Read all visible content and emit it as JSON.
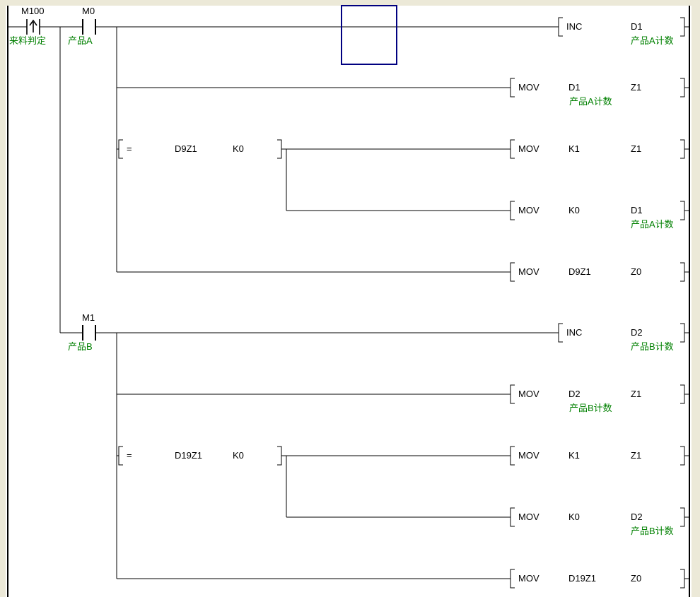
{
  "editor": {
    "app": "plc-ladder-editor",
    "colors": {
      "comment_green": "#008000",
      "wire_black": "#000000",
      "cursor_border_blue": "#000080",
      "frame_beige": "#ece9d8",
      "canvas_white": "#ffffff"
    }
  },
  "contacts": {
    "m100": {
      "name": "M100",
      "comment": "来料判定",
      "type": "rising-edge-pulse"
    },
    "m0": {
      "name": "M0",
      "comment": "产品A",
      "type": "normally-open"
    },
    "m1": {
      "name": "M1",
      "comment": "产品B",
      "type": "normally-open"
    }
  },
  "compares": {
    "a": {
      "op": "=",
      "arg1": "D9Z1",
      "arg2": "K0"
    },
    "b": {
      "op": "=",
      "arg1": "D19Z1",
      "arg2": "K0"
    }
  },
  "instructions": {
    "inc_a": {
      "mnemonic": "INC",
      "arg1": "D1",
      "comment": "产品A计数"
    },
    "mov_d1_z1": {
      "mnemonic": "MOV",
      "arg1": "D1",
      "arg2": "Z1",
      "comment": "产品A计数"
    },
    "mov_k1_z1_a": {
      "mnemonic": "MOV",
      "arg1": "K1",
      "arg2": "Z1"
    },
    "mov_k0_d1": {
      "mnemonic": "MOV",
      "arg1": "K0",
      "arg2": "D1",
      "comment": "产品A计数"
    },
    "mov_d9z1_z0": {
      "mnemonic": "MOV",
      "arg1": "D9Z1",
      "arg2": "Z0"
    },
    "inc_b": {
      "mnemonic": "INC",
      "arg1": "D2",
      "comment": "产品B计数"
    },
    "mov_d2_z1": {
      "mnemonic": "MOV",
      "arg1": "D2",
      "arg2": "Z1",
      "comment": "产品B计数"
    },
    "mov_k1_z1_b": {
      "mnemonic": "MOV",
      "arg1": "K1",
      "arg2": "Z1"
    },
    "mov_k0_d2": {
      "mnemonic": "MOV",
      "arg1": "K0",
      "arg2": "D2",
      "comment": "产品B计数"
    },
    "mov_d19z1_z0": {
      "mnemonic": "MOV",
      "arg1": "D19Z1",
      "arg2": "Z0"
    }
  }
}
